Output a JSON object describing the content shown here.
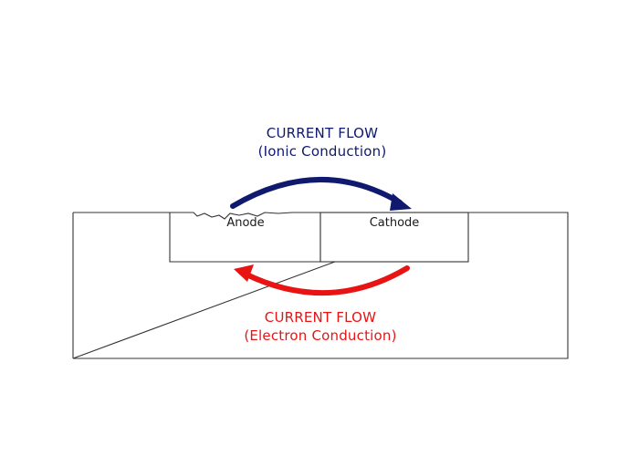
{
  "ionic": {
    "title": "CURRENT FLOW",
    "subtitle": "(Ionic Conduction)",
    "color": "#0f1a6e"
  },
  "electron": {
    "title": "CURRENT FLOW",
    "subtitle": "(Electron Conduction)",
    "color": "#e81414"
  },
  "anode": {
    "label": "Anode"
  },
  "cathode": {
    "label": "Cathode"
  }
}
